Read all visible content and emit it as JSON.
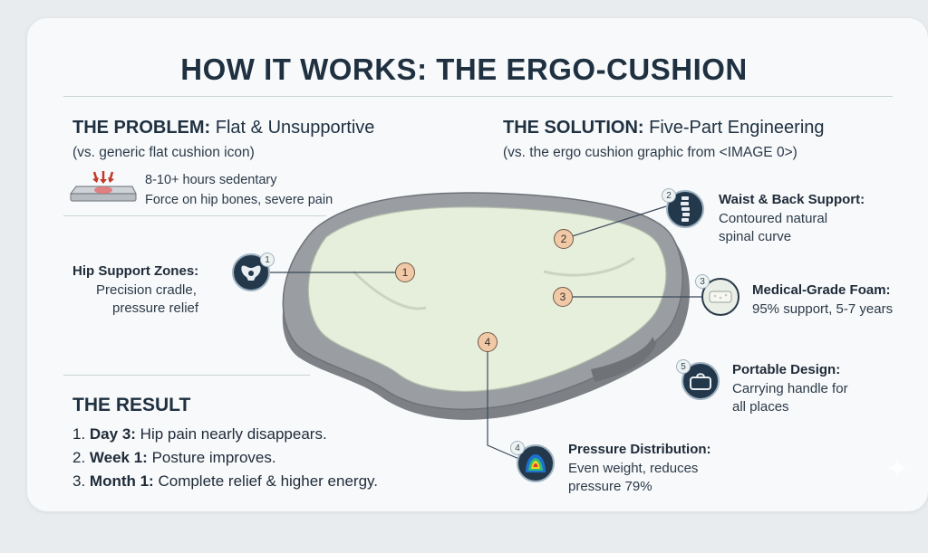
{
  "title": "HOW IT WORKS: THE ERGO-CUSHION",
  "problem": {
    "heading_bold": "THE PROBLEM:",
    "heading_rest": " Flat & Unsupportive",
    "sub": "(vs. generic flat cushion icon)",
    "line1": "8-10+ hours sedentary",
    "line2": "Force on hip bones, severe pain"
  },
  "solution": {
    "heading_bold": "THE SOLUTION:",
    "heading_rest": " Five-Part Engineering",
    "sub": "(vs. the ergo cushion graphic from <IMAGE 0>)"
  },
  "features": [
    {
      "num": "1",
      "title": "Hip Support Zones:",
      "line1": "Precision cradle,",
      "line2": "pressure relief",
      "icon": "pelvis-icon"
    },
    {
      "num": "2",
      "title": "Waist & Back Support:",
      "line1": "Contoured natural",
      "line2": "spinal curve",
      "icon": "spine-icon"
    },
    {
      "num": "3",
      "title": "Medical-Grade Foam:",
      "line1": "95% support, 5-7 years",
      "line2": "",
      "icon": "foam-icon"
    },
    {
      "num": "4",
      "title": "Pressure Distribution:",
      "line1": "Even weight, reduces",
      "line2": "pressure 79%",
      "icon": "heatmap-icon"
    },
    {
      "num": "5",
      "title": "Portable Design:",
      "line1": "Carrying handle for",
      "line2": "all places",
      "icon": "bag-icon"
    }
  ],
  "result": {
    "heading": "THE RESULT",
    "items": [
      {
        "prefix": "1. ",
        "bold": "Day 3:",
        "rest": " Hip pain nearly disappears."
      },
      {
        "prefix": "2. ",
        "bold": "Week 1:",
        "rest": " Posture improves."
      },
      {
        "prefix": "3. ",
        "bold": "Month 1:",
        "rest": " Complete relief & higher energy."
      }
    ]
  },
  "colors": {
    "navy": "#24384c",
    "cushion_top": "#e6efdc",
    "cushion_rim": "#8d9095",
    "marker": "#f1c9a7"
  }
}
